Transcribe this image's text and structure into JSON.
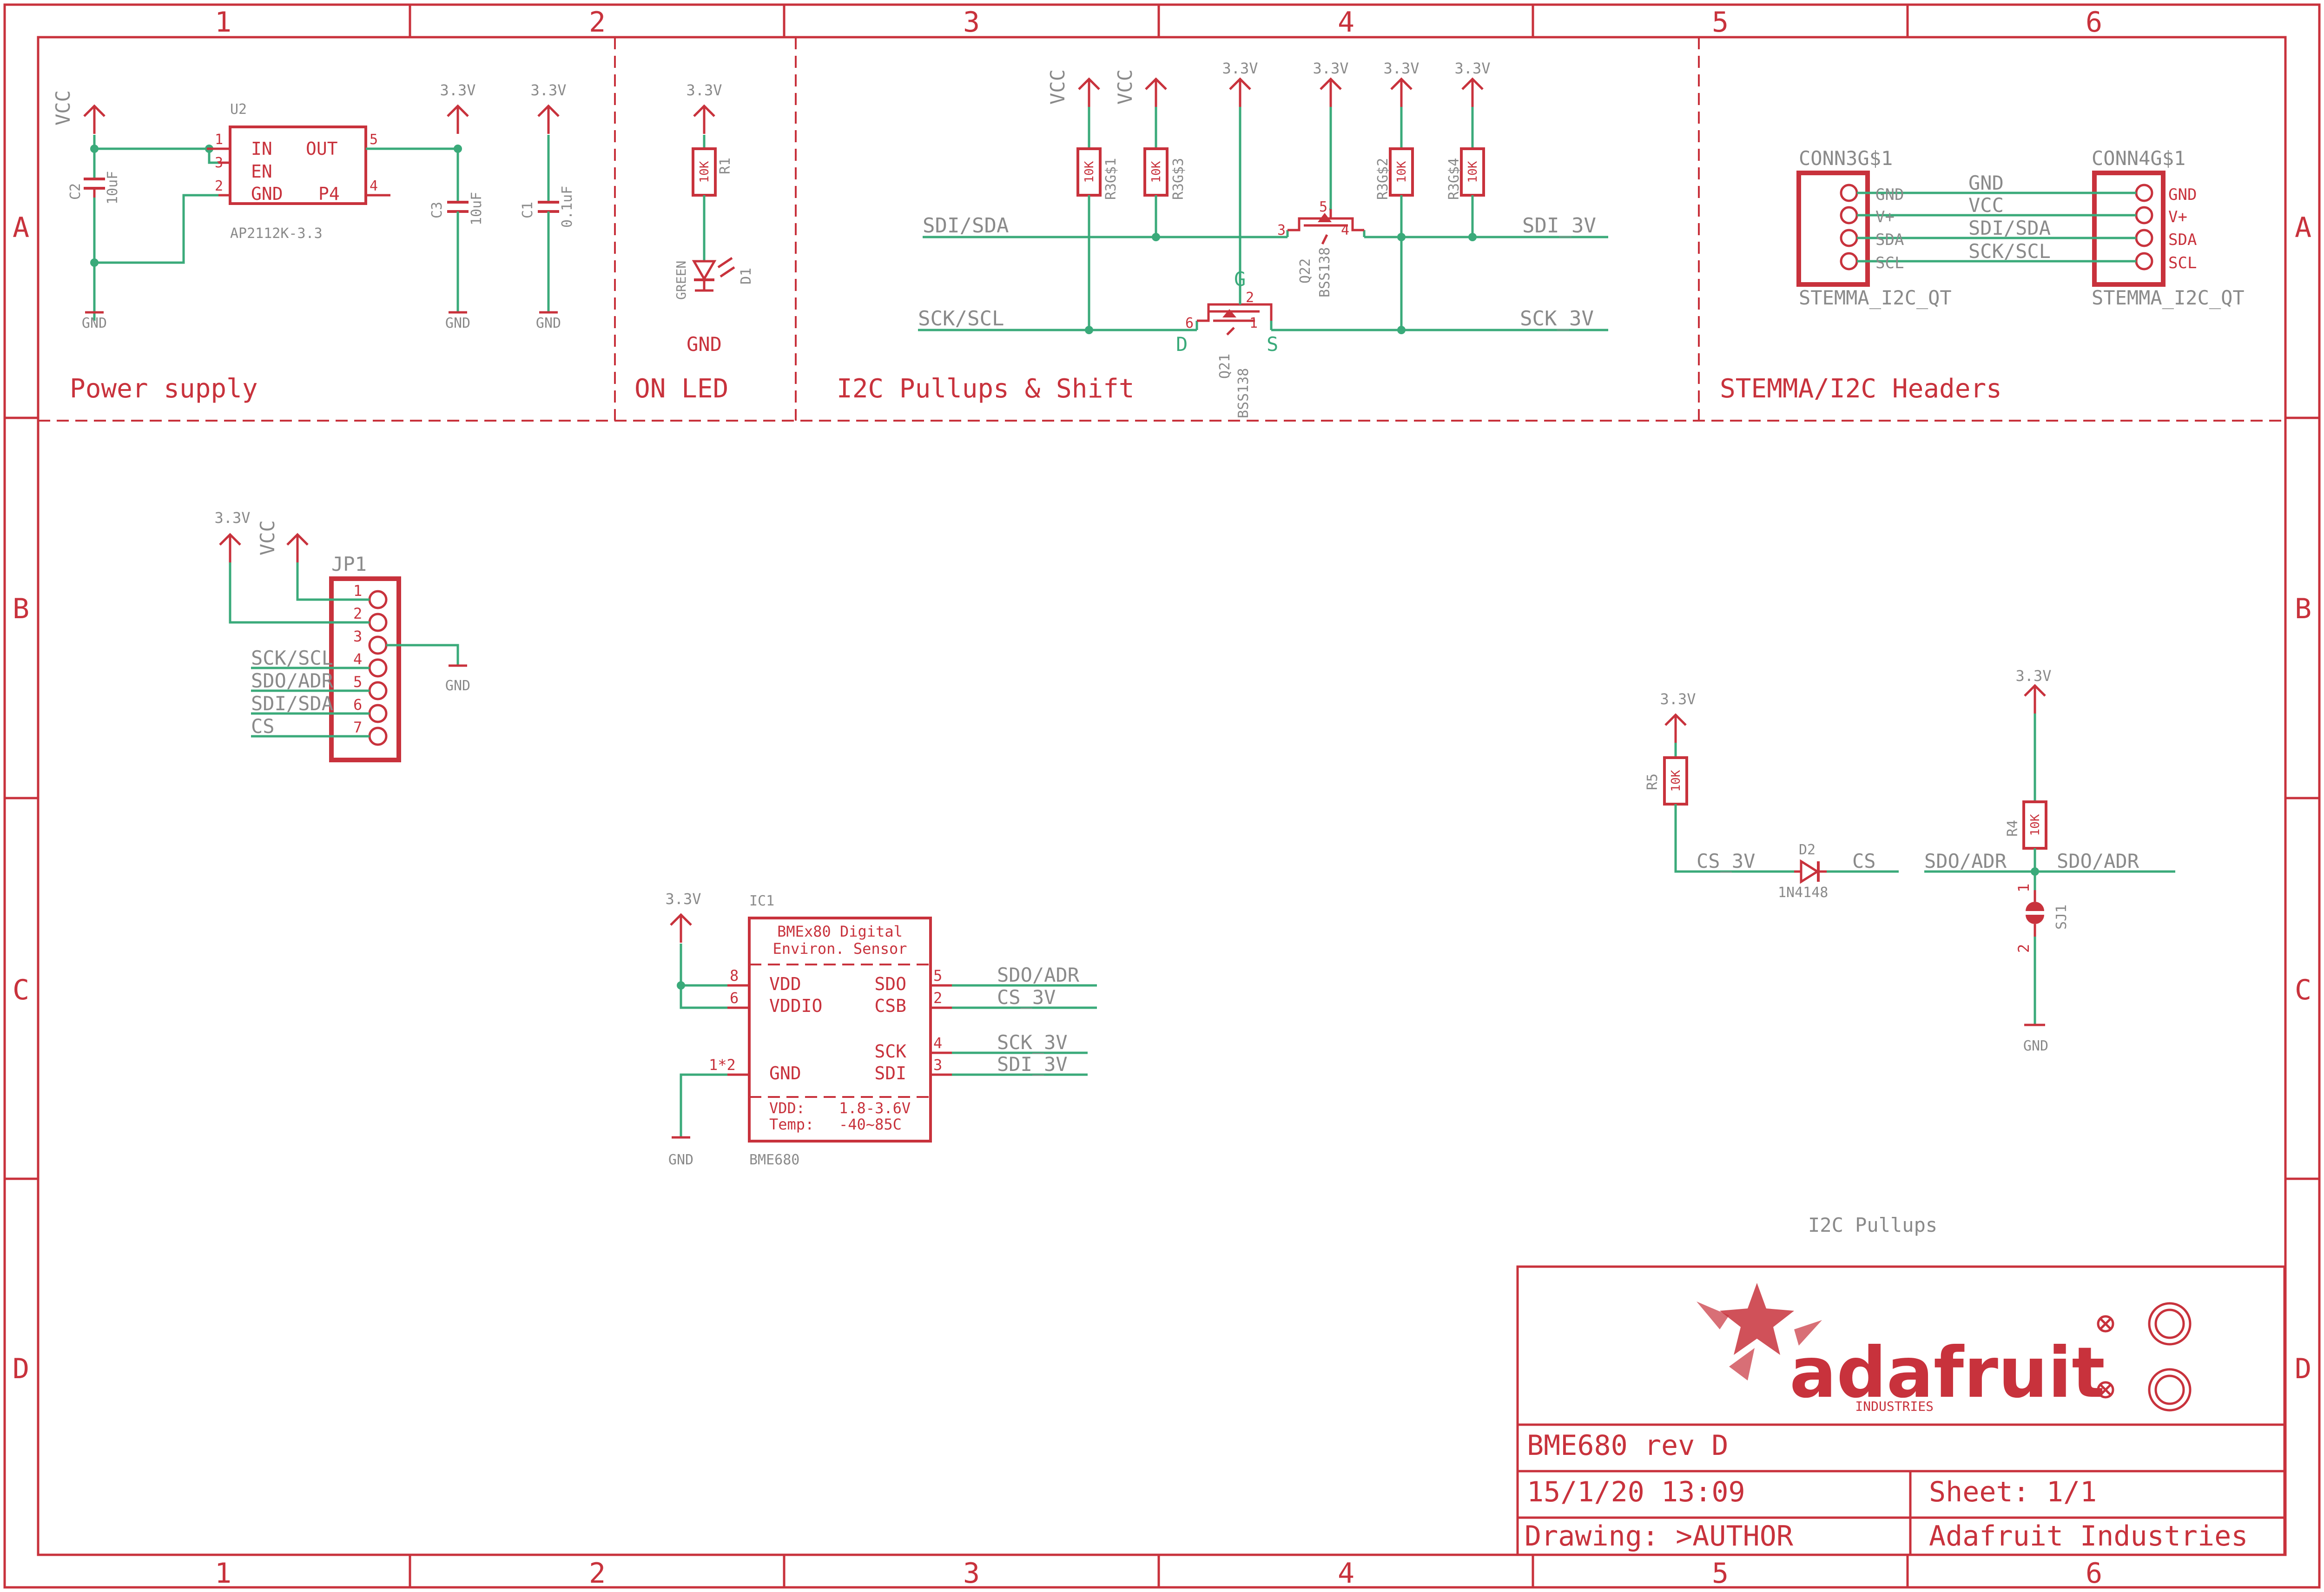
{
  "frame": {
    "columns": [
      "1",
      "2",
      "3",
      "4",
      "5",
      "6"
    ],
    "rows": [
      "A",
      "B",
      "C",
      "D"
    ]
  },
  "sections": {
    "power_supply": "Power supply",
    "on_led": "ON LED",
    "i2c_pullups_shift": "I2C Pullups & Shift",
    "stemma_headers": "STEMMA/I2C Headers",
    "i2c_pullups": "I2C Pullups"
  },
  "power": {
    "vcc": "VCC",
    "reg_name": "U2",
    "reg_value": "AP2112K-3.3",
    "reg_pins": {
      "in": "IN",
      "en": "EN",
      "gnd": "GND",
      "out": "OUT",
      "p4": "P4"
    },
    "reg_pin_numbers": {
      "p1": "1",
      "p2": "2",
      "p3": "3",
      "p4": "4",
      "p5": "5"
    },
    "c2_name": "C2",
    "c2_value": "10uF",
    "c3_name": "C3",
    "c3_value": "10uF",
    "c1_name": "C1",
    "c1_value": "0.1uF",
    "supply_3v3": "3.3V",
    "gnd": "GND"
  },
  "led": {
    "supply": "3.3V",
    "r1_name": "R1",
    "r1_value": "10K",
    "d1_name": "D1",
    "d1_color": "GREEN",
    "gnd": "GND"
  },
  "i2c": {
    "vcc": "VCC",
    "supply": "3.3V",
    "r3g1_name": "R3G$1",
    "r3g3_name": "R3G$3",
    "r3g2_name": "R3G$2",
    "r3g4_name": "R3G$4",
    "res_value": "10K",
    "net_sdi_sda": "SDI/SDA",
    "net_sck_scl": "SCK/SCL",
    "net_sdi_3v": "SDI_3V",
    "net_sck_3v": "SCK_3V",
    "q21_name": "Q21",
    "q21_value": "BSS138",
    "q22_name": "Q22",
    "q22_value": "BSS138",
    "gate_label": "G",
    "drain_label": "D",
    "source_label": "S",
    "q21_pins": {
      "g": "2",
      "d": "6",
      "s": "1"
    },
    "q22_pins": {
      "s": "3",
      "d": "4",
      "g": "5"
    }
  },
  "stemma": {
    "conn3_name": "CONN3G$1",
    "conn4_name": "CONN4G$1",
    "conn_value": "STEMMA_I2C_QT",
    "conn3_pins": [
      "GND",
      "V+",
      "SDA",
      "SCL"
    ],
    "conn4_pins": [
      "GND",
      "V+",
      "SDA",
      "SCL"
    ],
    "nets": [
      "GND",
      "VCC",
      "SDI/SDA",
      "SCK/SCL"
    ]
  },
  "jp1": {
    "name": "JP1",
    "supply": "3.3V",
    "vcc": "VCC",
    "pin_numbers": [
      "1",
      "2",
      "3",
      "4",
      "5",
      "6",
      "7"
    ],
    "nets": [
      "SCK/SCL",
      "SDO/ADR",
      "SDI/SDA",
      "CS"
    ],
    "gnd": "GND"
  },
  "ic1": {
    "name": "IC1",
    "value": "BME680",
    "title_line1": "BMEx80 Digital",
    "title_line2": "Environ. Sensor",
    "left_pins": [
      "VDD",
      "VDDIO",
      "GND"
    ],
    "right_pins": [
      "SDO",
      "CSB",
      "SCK",
      "SDI"
    ],
    "left_pin_numbers": [
      "8",
      "6",
      "1*2"
    ],
    "right_pin_numbers": [
      "5",
      "2",
      "4",
      "3"
    ],
    "vdd_label": "VDD:",
    "vdd_value": "1.8-3.6V",
    "temp_label": "Temp:",
    "temp_value": "-40~85C",
    "nets": [
      "SDO/ADR",
      "CS_3V",
      "SCK_3V",
      "SDI_3V"
    ],
    "supply": "3.3V",
    "gnd": "GND"
  },
  "cs_circuit": {
    "supply": "3.3V",
    "r5_name": "R5",
    "r5_value": "10K",
    "net_left": "CS_3V",
    "net_right": "CS",
    "d2_name": "D2",
    "d2_value": "1N4148"
  },
  "adr_circuit": {
    "supply": "3.3V",
    "r4_name": "R4",
    "r4_value": "10K",
    "net_left": "SDO/ADR",
    "net_right": "SDO/ADR",
    "sj1_name": "SJ1",
    "pin1": "1",
    "pin2": "2",
    "gnd": "GND"
  },
  "title_block": {
    "logo_text": "adafruit",
    "logo_sub": "INDUSTRIES",
    "title": "BME680 rev D",
    "date": "15/1/20 13:09",
    "sheet": "Sheet: 1/1",
    "drawing": "Drawing: >AUTHOR",
    "company": "Adafruit Industries"
  },
  "colors": {
    "frame": "#c8323c",
    "wire": "#3aaa7a",
    "label": "#8a8a8a",
    "background": "#ffffff"
  }
}
